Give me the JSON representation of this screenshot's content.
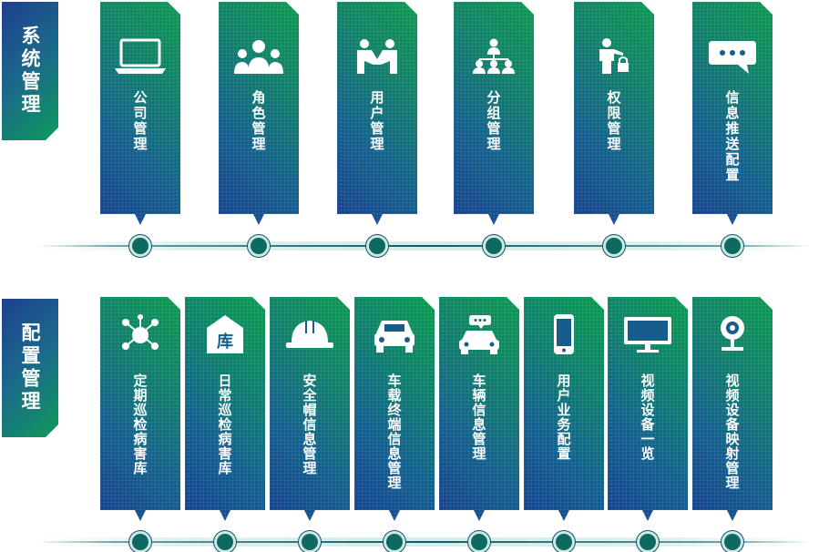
{
  "sections": [
    {
      "label": "系统管理",
      "cards": [
        {
          "label": "公司管理",
          "icon": "laptop-icon"
        },
        {
          "label": "角色管理",
          "icon": "users-group-icon"
        },
        {
          "label": "用户管理",
          "icon": "handshake-users-icon"
        },
        {
          "label": "分组管理",
          "icon": "org-chart-icon"
        },
        {
          "label": "权限管理",
          "icon": "user-lock-icon"
        },
        {
          "label": "信息推送配置",
          "icon": "chat-bubble-icon"
        }
      ]
    },
    {
      "label": "配置管理",
      "cards": [
        {
          "label": "定期巡检病害库",
          "icon": "network-nodes-icon"
        },
        {
          "label": "日常巡检病害库",
          "icon": "warehouse-icon",
          "icon_text": "库"
        },
        {
          "label": "安全帽信息管理",
          "icon": "hard-hat-icon"
        },
        {
          "label": "车载终端信息管理",
          "icon": "car-front-icon"
        },
        {
          "label": "车辆信息管理",
          "icon": "car-message-icon"
        },
        {
          "label": "用户业务配置",
          "icon": "smartphone-icon"
        },
        {
          "label": "视频设备一览",
          "icon": "monitor-icon"
        },
        {
          "label": "视频设备映射管理",
          "icon": "webcam-icon"
        }
      ]
    }
  ],
  "colors": {
    "gradient_blue": "#16408f",
    "gradient_green": "#0b9a4f",
    "timeline": "#0e5a6e"
  }
}
